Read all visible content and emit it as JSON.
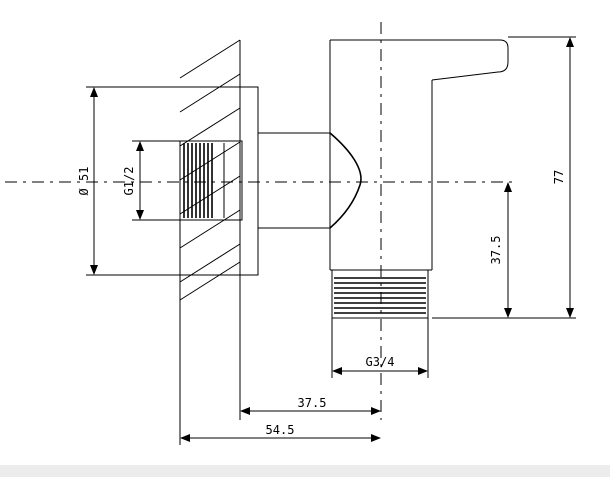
{
  "dimensions": {
    "diameter": "Ø 51",
    "inlet_thread": "G1/2",
    "height_total": "77",
    "height_outlet": "37.5",
    "outlet_thread": "G3/4",
    "wall_to_axis": "37.5",
    "overall_depth": "54.5"
  },
  "colors": {
    "line": "#000000",
    "background": "#ffffff",
    "footer": "#ececec"
  }
}
